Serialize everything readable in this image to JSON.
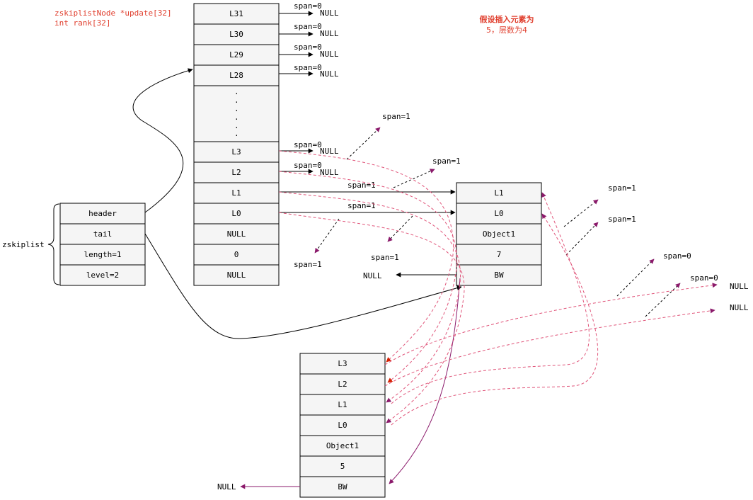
{
  "code_note": {
    "line1": "zskiplistNode *update[32]",
    "line2": "int rank[32]"
  },
  "insert_note": {
    "line1": "假设插入元素为",
    "line2": "5，层数为4"
  },
  "zskiplist": {
    "label": "zskiplist",
    "fields": [
      "header",
      "tail",
      "length=1",
      "level=2"
    ]
  },
  "header_node": {
    "levels": [
      "L31",
      "L30",
      "L29",
      "L28",
      "·",
      "L3",
      "L2",
      "L1",
      "L0"
    ],
    "backward": "NULL",
    "score": "0",
    "obj": "NULL"
  },
  "node_bw": {
    "levels": [
      "L1",
      "L0"
    ],
    "obj": "Object1",
    "score": "7",
    "backward": "BW"
  },
  "node_new": {
    "levels": [
      "L3",
      "L2",
      "L1",
      "L0"
    ],
    "obj": "Object1",
    "score": "5",
    "backward": "BW"
  },
  "labels": {
    "null": "NULL",
    "span0": "span=0",
    "span1": "span=1"
  }
}
